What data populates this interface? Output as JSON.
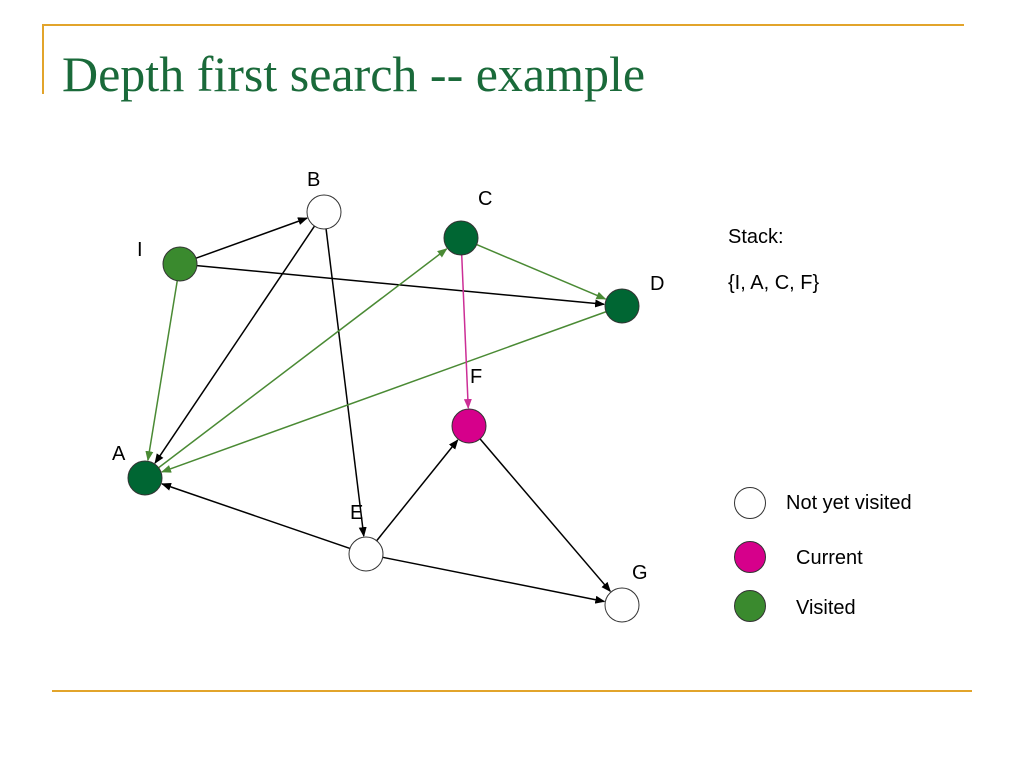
{
  "slide": {
    "title": "Depth first search -- example",
    "accent_color": "#E2A42B",
    "title_color": "#1A6A3A"
  },
  "graph": {
    "nodes": [
      {
        "id": "I",
        "label": "I",
        "state": "visited_light"
      },
      {
        "id": "B",
        "label": "B",
        "state": "not_visited"
      },
      {
        "id": "C",
        "label": "C",
        "state": "visited"
      },
      {
        "id": "D",
        "label": "D",
        "state": "visited"
      },
      {
        "id": "A",
        "label": "A",
        "state": "visited"
      },
      {
        "id": "F",
        "label": "F",
        "state": "current"
      },
      {
        "id": "E",
        "label": "E",
        "state": "not_visited"
      },
      {
        "id": "G",
        "label": "G",
        "state": "not_visited"
      }
    ],
    "edges": [
      {
        "from": "I",
        "to": "B",
        "kind": "normal"
      },
      {
        "from": "I",
        "to": "D",
        "kind": "normal"
      },
      {
        "from": "I",
        "to": "A",
        "kind": "traversed"
      },
      {
        "from": "B",
        "to": "A",
        "kind": "normal"
      },
      {
        "from": "B",
        "to": "E",
        "kind": "normal"
      },
      {
        "from": "C",
        "to": "D",
        "kind": "traversed"
      },
      {
        "from": "A",
        "to": "C",
        "kind": "traversed"
      },
      {
        "from": "D",
        "to": "A",
        "kind": "traversed"
      },
      {
        "from": "C",
        "to": "F",
        "kind": "current"
      },
      {
        "from": "E",
        "to": "A",
        "kind": "normal"
      },
      {
        "from": "E",
        "to": "F",
        "kind": "normal"
      },
      {
        "from": "E",
        "to": "G",
        "kind": "normal"
      },
      {
        "from": "F",
        "to": "G",
        "kind": "normal"
      }
    ],
    "colors": {
      "not_visited": "#FFFFFF",
      "current": "#D6008B",
      "visited": "#006633",
      "visited_light": "#3A8A2E",
      "edge_normal": "#000000",
      "edge_traversed": "#4A8A34",
      "edge_current": "#CC2E96"
    }
  },
  "stack": {
    "label": "Stack:",
    "value": "{I, A, C, F}"
  },
  "legend": [
    {
      "label": "Not yet visited",
      "color": "#FFFFFF"
    },
    {
      "label": "Current",
      "color": "#D6008B"
    },
    {
      "label": "Visited",
      "color": "#3A8A2E"
    }
  ]
}
